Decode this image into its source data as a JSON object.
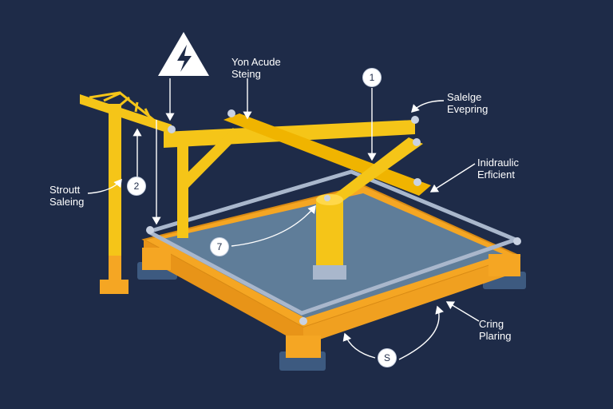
{
  "labels": {
    "top_center": [
      "Yon Acude",
      "Steing"
    ],
    "top_right": [
      "Salelge",
      "Evepring"
    ],
    "right_middle": [
      "Inidraulic",
      "Erficient"
    ],
    "left": [
      "Stroutt",
      "Saleing"
    ],
    "bottom_right": [
      "Cring",
      "Plaring"
    ]
  },
  "badges": {
    "b1": "1",
    "b2": "2",
    "b7": "7",
    "b5": "S"
  },
  "icons": {
    "warning": "high-voltage-warning-icon"
  },
  "colors": {
    "background": "#1e2b48",
    "beam": "#f5c518",
    "base": "#f5a623",
    "rail": "#a9b7cc",
    "deck": "#5f7d99"
  }
}
